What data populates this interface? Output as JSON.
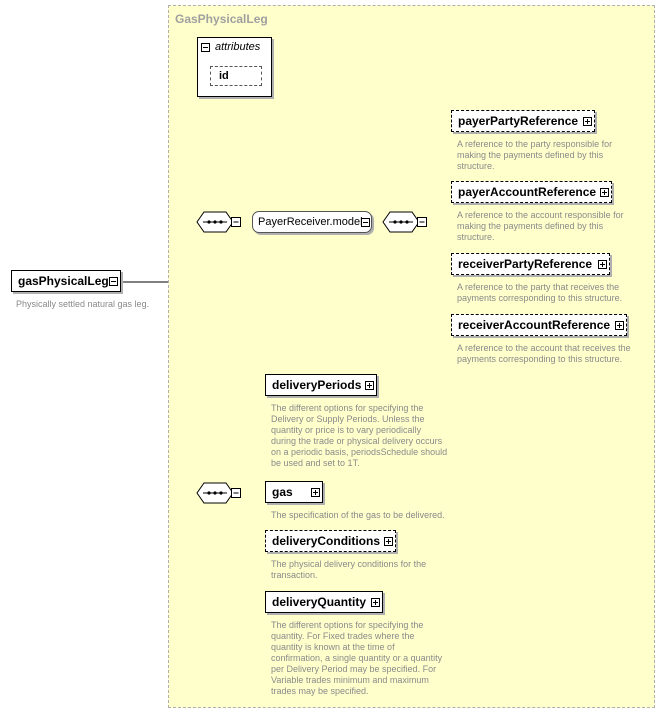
{
  "root": {
    "name": "gasPhysicalLeg",
    "doc": "Physically settled natural gas leg."
  },
  "type_box": {
    "title": "GasPhysicalLeg"
  },
  "attributes": {
    "label": "attributes",
    "items": [
      "id"
    ]
  },
  "model_group": {
    "name": "PayerReceiver.model"
  },
  "payer_receiver_elements": [
    {
      "name": "payerPartyReference",
      "optional": true,
      "doc": [
        "A reference to the party responsible for",
        "making the payments defined by this",
        "structure."
      ]
    },
    {
      "name": "payerAccountReference",
      "optional": true,
      "doc": [
        "A reference to the account responsible for",
        "making the payments defined by this",
        "structure."
      ]
    },
    {
      "name": "receiverPartyReference",
      "optional": true,
      "doc": [
        "A reference to the party that receives the",
        "payments corresponding to this structure."
      ]
    },
    {
      "name": "receiverAccountReference",
      "optional": true,
      "doc": [
        "A reference to the account that receives the",
        "payments corresponding to this structure."
      ]
    }
  ],
  "sequence_elements": [
    {
      "name": "deliveryPeriods",
      "optional": false,
      "doc": [
        "The different options for specifying the",
        "Delivery or Supply Periods. Unless the",
        "quantity or price is to vary periodically",
        "during the trade or physical delivery occurs",
        "on a periodic basis, periodsSchedule should",
        "be used and set to 1T."
      ]
    },
    {
      "name": "gas",
      "optional": false,
      "doc": [
        "The specification of the gas to be delivered."
      ]
    },
    {
      "name": "deliveryConditions",
      "optional": true,
      "doc": [
        "The physical delivery conditions for the",
        "transaction."
      ]
    },
    {
      "name": "deliveryQuantity",
      "optional": false,
      "doc": [
        "The different options for specifying the",
        "quantity. For Fixed trades where the",
        "quantity is known at the time of",
        "confirmation, a single quantity or a quantity",
        "per Delivery Period may be specified. For",
        "Variable trades minimum and maximum",
        "trades may be specified."
      ]
    }
  ],
  "colors": {
    "type_fill": "#ffffcc",
    "type_border": "#b0b0b0",
    "doc_text": "#8a8a8a",
    "title_text": "#a0a0a0"
  }
}
